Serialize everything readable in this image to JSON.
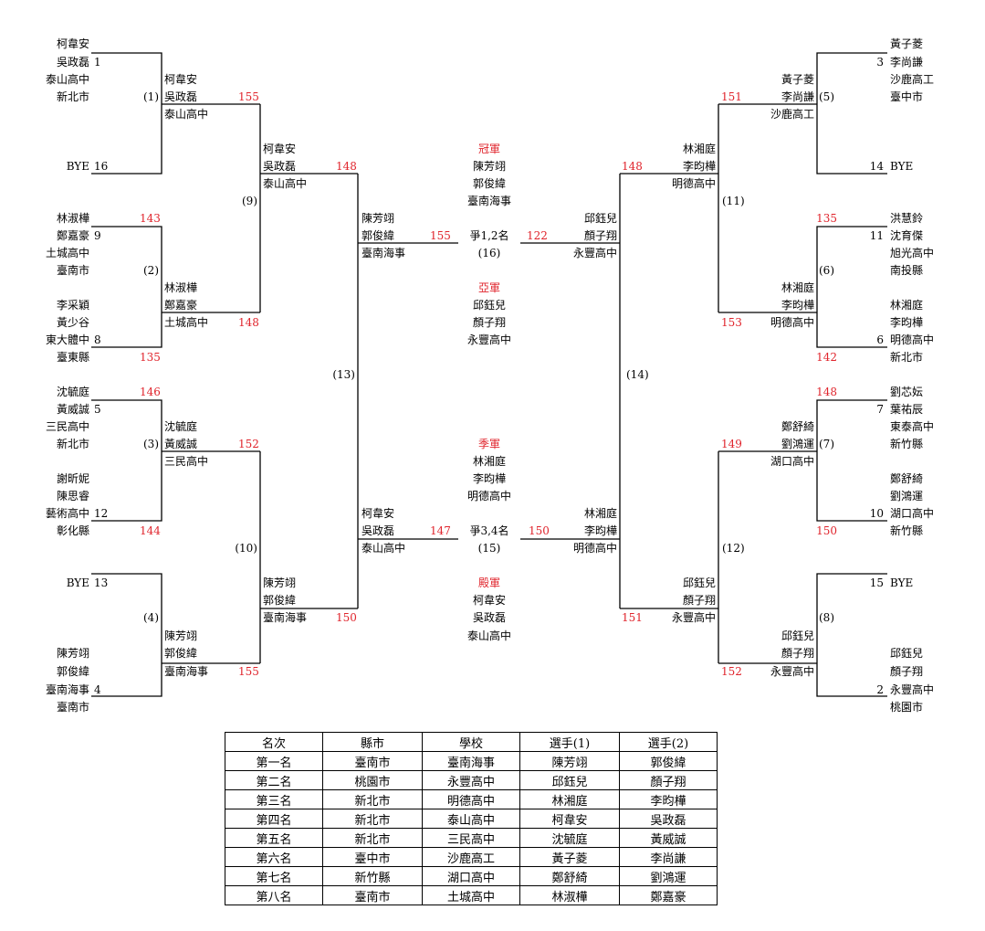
{
  "players": {
    "s1": {
      "seed": "1",
      "p1": "柯韋安",
      "p2": "吳政磊",
      "school": "泰山高中",
      "city": "新北市"
    },
    "s16": {
      "seed": "16",
      "p1": "BYE"
    },
    "s9": {
      "seed": "9",
      "p1": "林淑樺",
      "p2": "鄭嘉豪",
      "school": "土城高中",
      "city": "臺南市"
    },
    "s8": {
      "seed": "8",
      "p1": "李采穎",
      "p2": "黃少谷",
      "school": "東大體中",
      "city": "臺東縣"
    },
    "s5": {
      "seed": "5",
      "p1": "沈毓庭",
      "p2": "黃威誠",
      "school": "三民高中",
      "city": "新北市"
    },
    "s12": {
      "seed": "12",
      "p1": "謝昕妮",
      "p2": "陳思睿",
      "school": "藝術高中",
      "city": "彰化縣"
    },
    "s13": {
      "seed": "13",
      "p1": "BYE"
    },
    "s4": {
      "seed": "4",
      "p1": "陳芳翊",
      "p2": "郭俊緯",
      "school": "臺南海事",
      "city": "臺南市"
    },
    "s3": {
      "seed": "3",
      "p1": "黃子菱",
      "p2": "李尚謙",
      "school": "沙鹿高工",
      "city": "臺中市"
    },
    "s14": {
      "seed": "14",
      "p1": "BYE"
    },
    "s11": {
      "seed": "11",
      "p1": "洪慧鈴",
      "p2": "沈育傑",
      "school": "旭光高中",
      "city": "南投縣"
    },
    "s6": {
      "seed": "6",
      "p1": "林湘庭",
      "p2": "李昀樺",
      "school": "明德高中",
      "city": "新北市"
    },
    "s7": {
      "seed": "7",
      "p1": "劉芯妘",
      "p2": "葉祐辰",
      "school": "東泰高中",
      "city": "新竹縣"
    },
    "s10": {
      "seed": "10",
      "p1": "鄭舒綺",
      "p2": "劉鴻運",
      "school": "湖口高中",
      "city": "新竹縣"
    },
    "s15": {
      "seed": "15",
      "p1": "BYE"
    },
    "s2": {
      "seed": "2",
      "p1": "邱鈺兒",
      "p2": "顏子翔",
      "school": "永豐高中",
      "city": "桃園市"
    }
  },
  "matches": {
    "m1": {
      "no": "(1)",
      "w1": "柯韋安",
      "w2": "吳政磊",
      "school": "泰山高中",
      "score": "155"
    },
    "m2": {
      "no": "(2)",
      "w1": "林淑樺",
      "w2": "鄭嘉豪",
      "school": "土城高中",
      "score": "148",
      "s_top": "143",
      "s_bot": "135"
    },
    "m3": {
      "no": "(3)",
      "w1": "沈毓庭",
      "w2": "黃威誠",
      "school": "三民高中",
      "score": "152",
      "s_top": "146",
      "s_bot": "144"
    },
    "m4": {
      "no": "(4)",
      "w1": "陳芳翊",
      "w2": "郭俊緯",
      "school": "臺南海事",
      "score": "155"
    },
    "m5": {
      "no": "(5)",
      "w1": "黃子菱",
      "w2": "李尚謙",
      "school": "沙鹿高工",
      "score": "151"
    },
    "m6": {
      "no": "(6)",
      "w1": "林湘庭",
      "w2": "李昀樺",
      "school": "明德高中",
      "score": "153",
      "s_top": "135",
      "s_bot": "142"
    },
    "m7": {
      "no": "(7)",
      "w1": "鄭舒綺",
      "w2": "劉鴻運",
      "school": "湖口高中",
      "score": "149",
      "s_top": "148",
      "s_bot": "150"
    },
    "m8": {
      "no": "(8)",
      "w1": "邱鈺兒",
      "w2": "顏子翔",
      "school": "永豐高中",
      "score": "152"
    },
    "m9": {
      "no": "(9)",
      "w1": "柯韋安",
      "w2": "吳政磊",
      "school": "泰山高中",
      "score": "148"
    },
    "m10": {
      "no": "(10)",
      "w1": "陳芳翊",
      "w2": "郭俊緯",
      "school": "臺南海事",
      "score": "150"
    },
    "m11": {
      "no": "(11)",
      "w1": "林湘庭",
      "w2": "李昀樺",
      "school": "明德高中",
      "score": "148"
    },
    "m12": {
      "no": "(12)",
      "w1": "邱鈺兒",
      "w2": "顏子翔",
      "school": "永豐高中",
      "score": "151"
    },
    "m13": {
      "no": "(13)",
      "w1": "陳芳翊",
      "w2": "郭俊緯",
      "school": "臺南海事",
      "score": "155"
    },
    "m14": {
      "no": "(14)",
      "w1": "邱鈺兒",
      "w2": "顏子翔",
      "school": "永豐高中",
      "score": "122"
    },
    "m15": {
      "no": "(15)",
      "label": "爭3,4名",
      "lw1": "柯韋安",
      "lw2": "吳政磊",
      "lschool": "泰山高中",
      "lscore": "147",
      "rw1": "林湘庭",
      "rw2": "李昀樺",
      "rschool": "明德高中",
      "rscore": "150"
    },
    "m16": {
      "no": "(16)",
      "label": "爭1,2名"
    }
  },
  "podium": {
    "champion": {
      "title": "冠軍",
      "p1": "陳芳翊",
      "p2": "郭俊緯",
      "school": "臺南海事"
    },
    "runner_up": {
      "title": "亞軍",
      "p1": "邱鈺兒",
      "p2": "顏子翔",
      "school": "永豐高中"
    },
    "third": {
      "title": "季軍",
      "p1": "林湘庭",
      "p2": "李昀樺",
      "school": "明德高中"
    },
    "fourth": {
      "title": "殿軍",
      "p1": "柯韋安",
      "p2": "吳政磊",
      "school": "泰山高中"
    }
  },
  "results": {
    "headers": [
      "名次",
      "縣市",
      "學校",
      "選手(1)",
      "選手(2)"
    ],
    "rows": [
      [
        "第一名",
        "臺南市",
        "臺南海事",
        "陳芳翊",
        "郭俊緯"
      ],
      [
        "第二名",
        "桃園市",
        "永豐高中",
        "邱鈺兒",
        "顏子翔"
      ],
      [
        "第三名",
        "新北市",
        "明德高中",
        "林湘庭",
        "李昀樺"
      ],
      [
        "第四名",
        "新北市",
        "泰山高中",
        "柯韋安",
        "吳政磊"
      ],
      [
        "第五名",
        "新北市",
        "三民高中",
        "沈毓庭",
        "黃威誠"
      ],
      [
        "第六名",
        "臺中市",
        "沙鹿高工",
        "黃子菱",
        "李尚謙"
      ],
      [
        "第七名",
        "新竹縣",
        "湖口高中",
        "鄭舒綺",
        "劉鴻運"
      ],
      [
        "第八名",
        "臺南市",
        "土城高中",
        "林淑樺",
        "鄭嘉豪"
      ]
    ]
  },
  "colors": {
    "score": "#e0242c",
    "line": "#000000"
  }
}
